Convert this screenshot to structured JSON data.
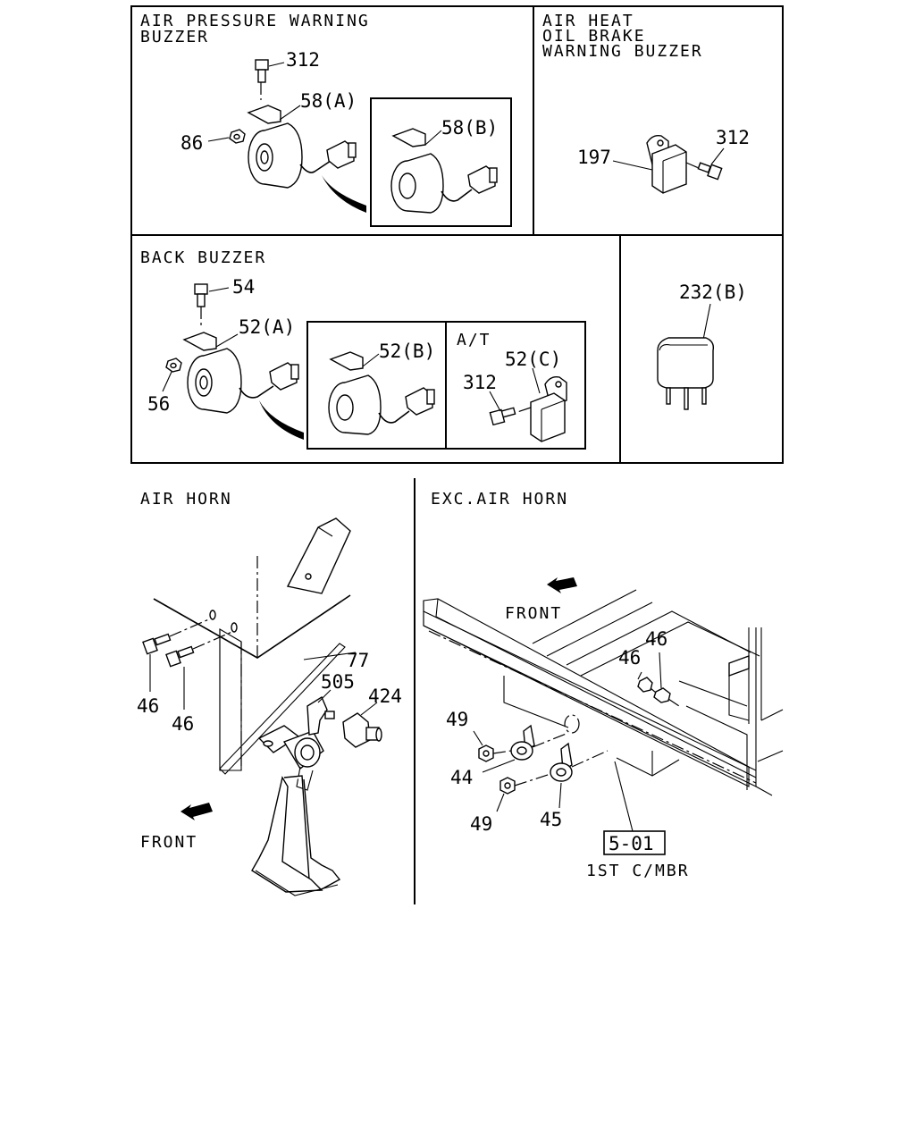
{
  "panels": {
    "air_pressure": {
      "title_line1": "AIR PRESSURE WARNING",
      "title_line2": "BUZZER",
      "labels": {
        "bolt": "312",
        "buzzer_a": "58(A)",
        "nut": "86",
        "buzzer_b": "58(B)"
      }
    },
    "air_heat": {
      "title_line1": "AIR HEAT",
      "title_line2": "OIL BRAKE",
      "title_line3": "WARNING BUZZER",
      "labels": {
        "buzzer": "197",
        "bolt": "312"
      }
    },
    "back_buzzer": {
      "title": "BACK BUZZER",
      "at_label": "A/T",
      "labels": {
        "bolt": "54",
        "buzzer_a": "52(A)",
        "nut": "56",
        "buzzer_b": "52(B)",
        "buzzer_c": "52(C)",
        "bolt_at": "312"
      }
    },
    "relay": {
      "labels": {
        "relay": "232(B)"
      }
    },
    "air_horn": {
      "title": "AIR HORN",
      "front": "FRONT",
      "labels": {
        "bracket": "77",
        "fitting": "505",
        "valve": "424",
        "bolt1": "46",
        "bolt2": "46"
      }
    },
    "exc_air_horn": {
      "title": "EXC.AIR HORN",
      "front": "FRONT",
      "ref_box": "5-01",
      "ref_caption": "1ST C/MBR",
      "labels": {
        "bolt_upper": "46",
        "bolt_lower": "46",
        "nut1": "49",
        "horn1": "44",
        "nut2": "49",
        "horn2": "45"
      }
    }
  }
}
